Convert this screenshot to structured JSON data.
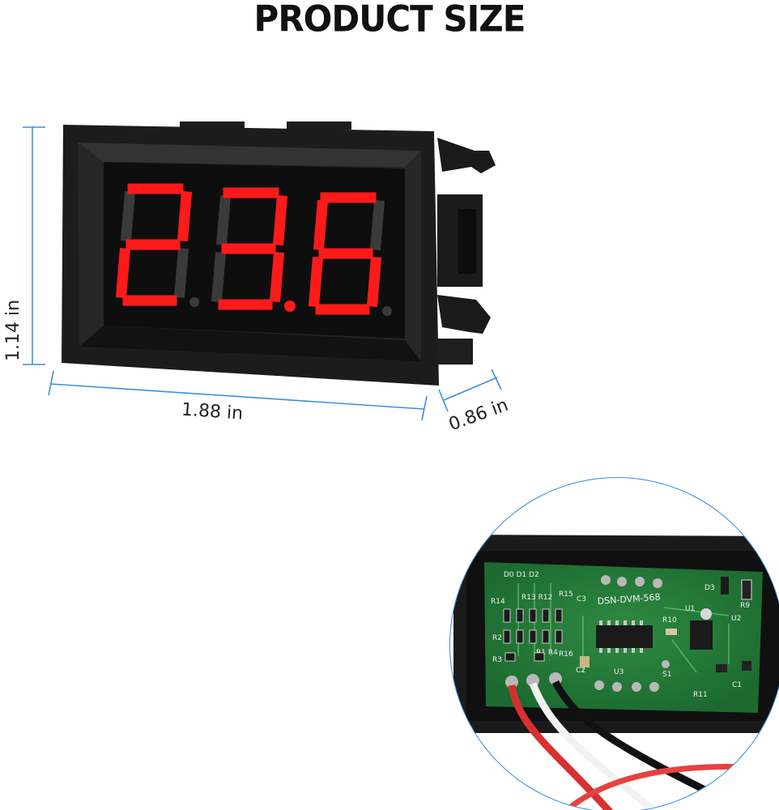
{
  "title": "PRODUCT SIZE",
  "display": {
    "reading": "23.6",
    "digit_color": "#ff1a1a"
  },
  "dimensions": {
    "height": "1.14 in",
    "width": "1.88 in",
    "depth": "0.86 in",
    "line_color": "#3b8fe0"
  },
  "pcb": {
    "board_label": "DSN-DVM-568",
    "silkscreen": [
      "D0",
      "D1",
      "D2",
      "R14",
      "R13",
      "R12",
      "R15",
      "R2",
      "R3",
      "R1",
      "R4",
      "R16",
      "C3",
      "C2",
      "U3",
      "R10",
      "U1",
      "U2",
      "D3",
      "R9",
      "S1",
      "R11",
      "C1"
    ]
  }
}
